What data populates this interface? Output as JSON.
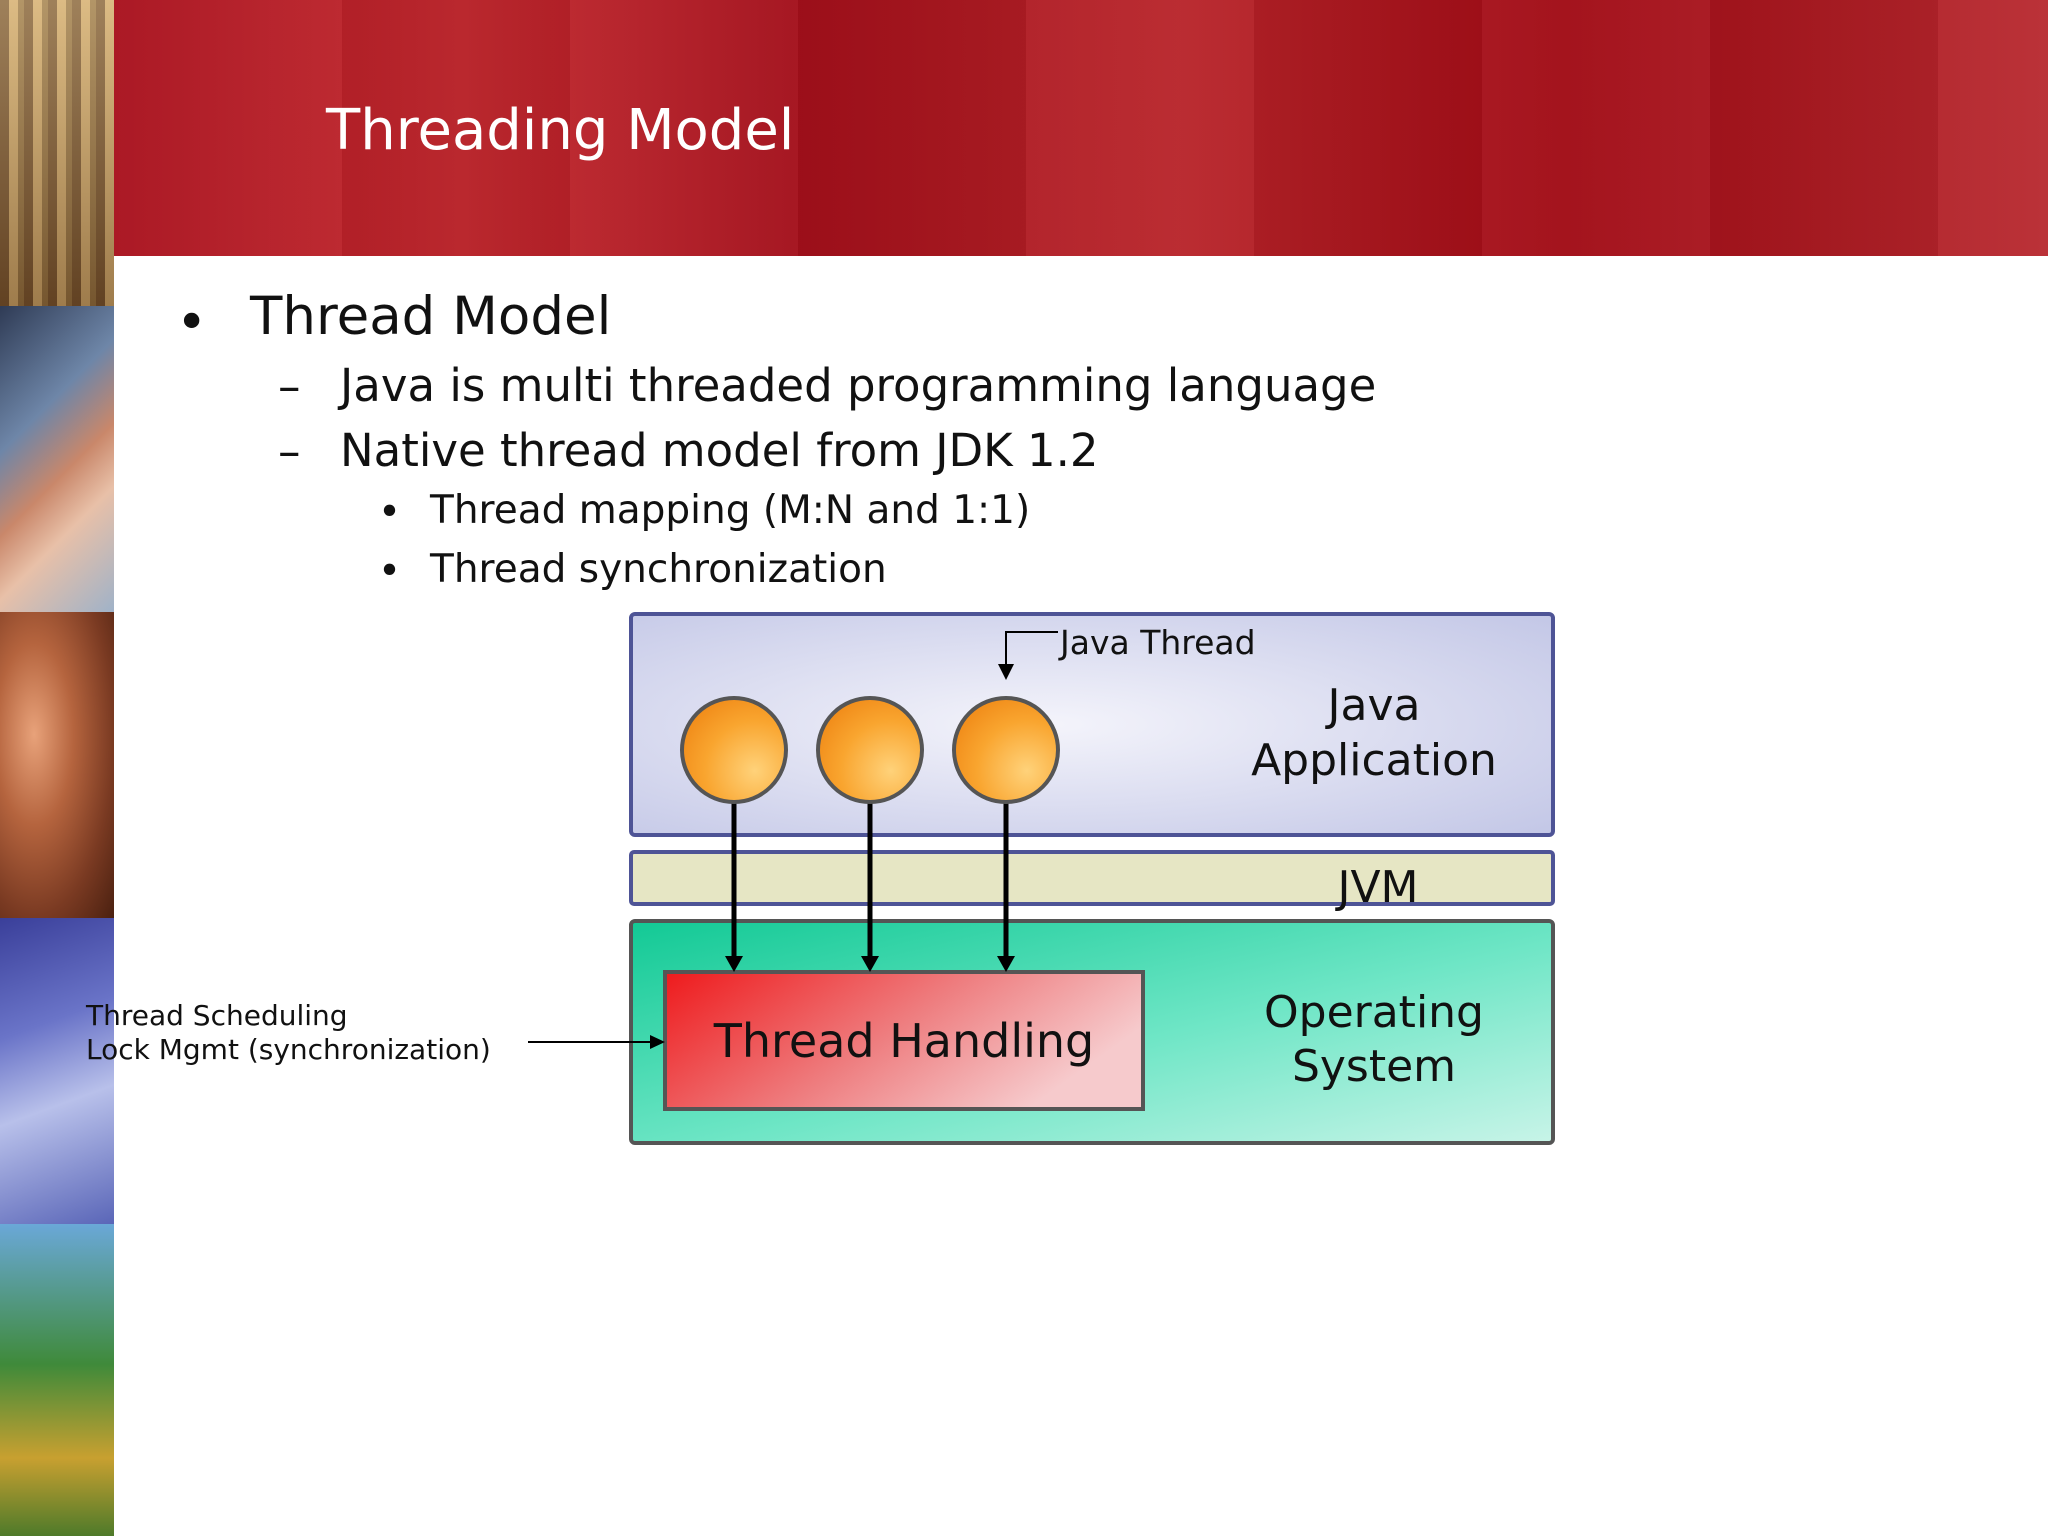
{
  "slide": {
    "title": "Threading Model"
  },
  "bullets": {
    "level1": {
      "marker": "•",
      "text": "Thread Model"
    },
    "level2": [
      {
        "marker": "–",
        "text": "Java is multi threaded programming language"
      },
      {
        "marker": "–",
        "text": "Native thread model from JDK 1.2"
      }
    ],
    "level3": [
      {
        "marker": "•",
        "text": "Thread mapping (M:N and 1:1)"
      },
      {
        "marker": "•",
        "text": "Thread synchronization"
      }
    ]
  },
  "diagram": {
    "java_thread_label": "Java Thread",
    "java_app_label": [
      "Java",
      "Application"
    ],
    "jvm_label": "JVM",
    "os_label": [
      "Operating",
      "System"
    ],
    "thread_handling_label": "Thread Handling",
    "left_note": [
      "Thread Scheduling",
      "Lock Mgmt (synchronization)"
    ],
    "thread_count": 3,
    "colors": {
      "java_app_fill": "#cdd0ea",
      "java_app_border": "#4e5496",
      "jvm_fill": "#e6e6c4",
      "os_fill": "#3fd7ae",
      "thread_handling_fill": "#e8262a",
      "thread_circle": "#f7a12a",
      "header_red": "#a8101c"
    }
  }
}
